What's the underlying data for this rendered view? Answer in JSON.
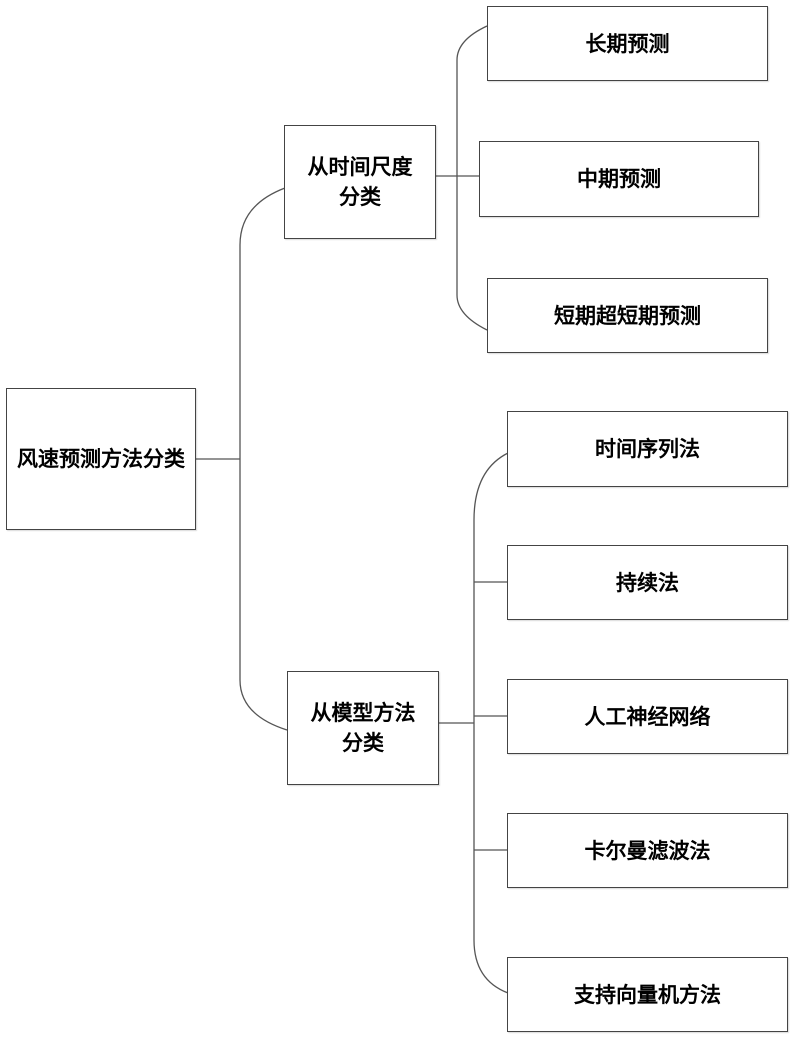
{
  "diagram": {
    "root": {
      "label": "风速预测方法分类"
    },
    "branches": [
      {
        "label": "从时间尺度分类",
        "children": [
          "长期预测",
          "中期预测",
          "短期超短期预测"
        ]
      },
      {
        "label": "从模型方法分类",
        "children": [
          "时间序列法",
          "持续法",
          "人工神经网络",
          "卡尔曼滤波法",
          "支持向量机方法"
        ]
      }
    ]
  },
  "colors": {
    "line": "#555555",
    "border": "#444444",
    "text": "#000000"
  }
}
